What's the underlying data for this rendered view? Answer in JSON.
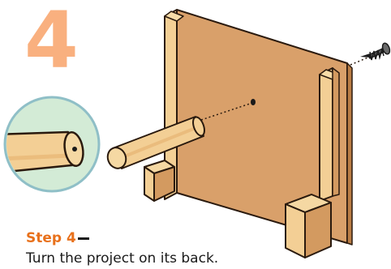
{
  "step": {
    "number": "4",
    "heading": "Step 4",
    "instruction": "Turn the project on its back."
  },
  "colors": {
    "step_number": "#f9b07f",
    "heading": "#e8711c",
    "wood_face": "#d9a06a",
    "wood_light": "#f3cf95",
    "detail_circle": "#d3ebd6"
  },
  "icons": [
    "wood-screw-icon",
    "dowel-end-detail-icon"
  ]
}
